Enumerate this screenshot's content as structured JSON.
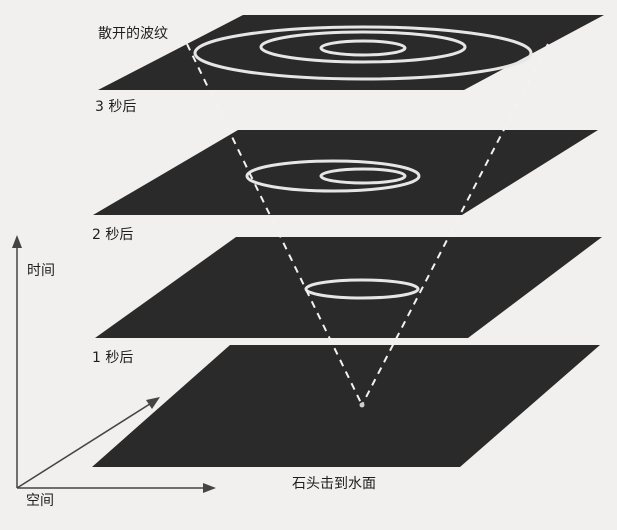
{
  "labels": {
    "spreading_ripples": "散开的波纹",
    "after_3s": "3 秒后",
    "after_2s": "2 秒后",
    "after_1s": "1 秒后",
    "time_axis": "时间",
    "space_axis": "空间",
    "stone_hits_water": "石头击到水面"
  },
  "colors": {
    "background": "#f2f0ee",
    "plane": "#2a2a2a",
    "ripple": "#e6e6e6",
    "text": "#1e1e1e"
  }
}
